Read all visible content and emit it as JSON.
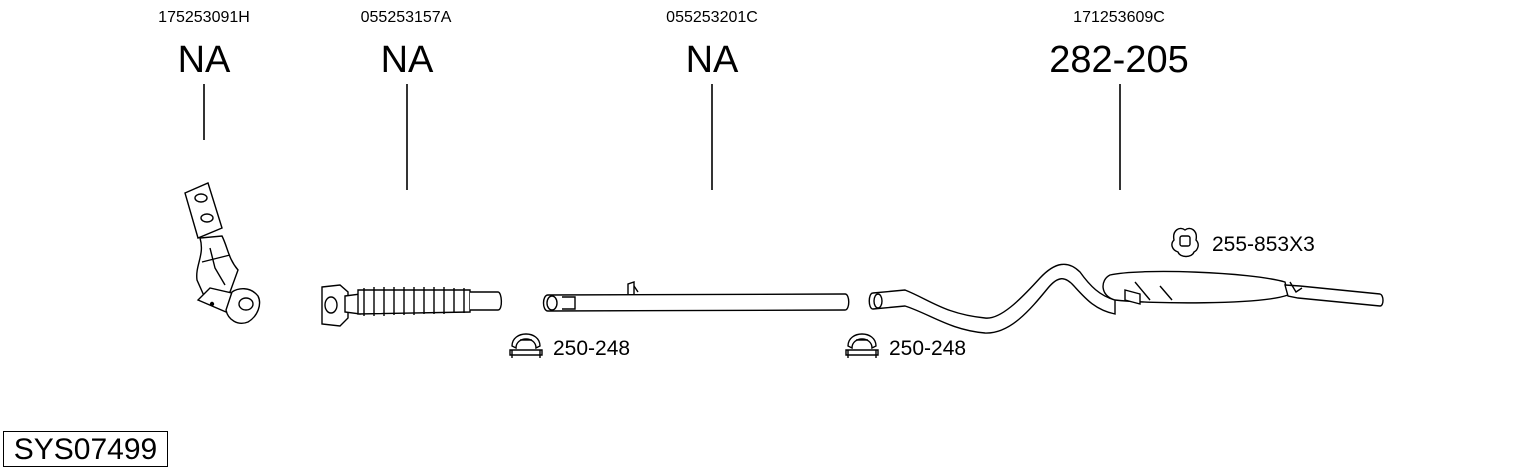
{
  "parts": [
    {
      "oem": "175253091H",
      "code": "NA"
    },
    {
      "oem": "055253157A",
      "code": "NA"
    },
    {
      "oem": "055253201C",
      "code": "NA"
    },
    {
      "oem": "171253609C",
      "code": "282-205"
    }
  ],
  "accessories": [
    {
      "label": "250-248",
      "icon": "clamp-icon"
    },
    {
      "label": "250-248",
      "icon": "clamp-icon"
    },
    {
      "label": "255-853X3",
      "icon": "rubber-hanger-icon"
    }
  ],
  "system_id": "SYS07499"
}
